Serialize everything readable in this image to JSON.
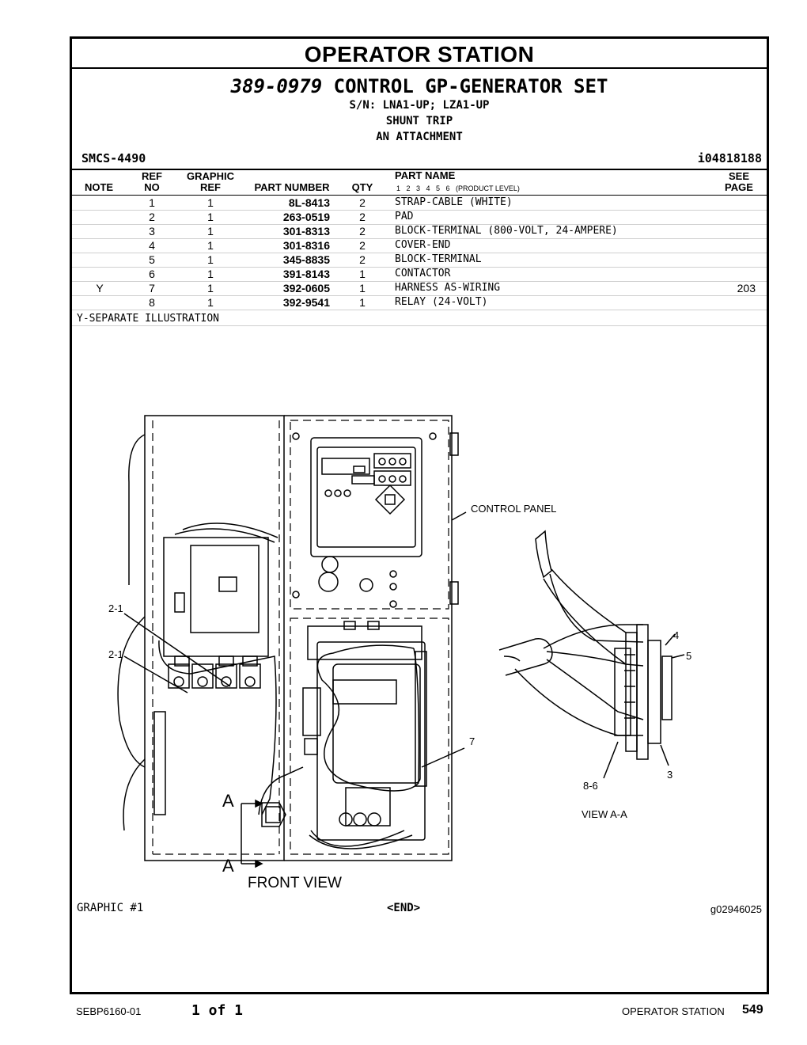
{
  "section_title": "OPERATOR STATION",
  "group": {
    "part_number": "389-0979",
    "name": "CONTROL GP-GENERATOR SET",
    "sn": "S/N: LNA1-UP; LZA1-UP",
    "line2": "SHUNT TRIP",
    "line3": "AN ATTACHMENT"
  },
  "smcs": "SMCS-4490",
  "illustration_ref": "i04818188",
  "table": {
    "headers": {
      "note": "NOTE",
      "ref_top": "REF",
      "ref_bottom": "NO",
      "graphic_top": "GRAPHIC",
      "graphic_bottom": "REF",
      "part_number": "PART NUMBER",
      "qty": "QTY",
      "part_name": "PART NAME",
      "product_levels": "1   2   3   4   5   6   (PRODUCT LEVEL)",
      "see_top": "SEE",
      "see_bottom": "PAGE"
    },
    "rows": [
      {
        "note": "",
        "ref": "1",
        "graphic": "1",
        "part_number": "8L-8413",
        "qty": "2",
        "name": "STRAP-CABLE (WHITE)",
        "see": ""
      },
      {
        "note": "",
        "ref": "2",
        "graphic": "1",
        "part_number": "263-0519",
        "qty": "2",
        "name": "PAD",
        "see": ""
      },
      {
        "note": "",
        "ref": "3",
        "graphic": "1",
        "part_number": "301-8313",
        "qty": "2",
        "name": "BLOCK-TERMINAL (800-VOLT, 24-AMPERE)",
        "see": ""
      },
      {
        "note": "",
        "ref": "4",
        "graphic": "1",
        "part_number": "301-8316",
        "qty": "2",
        "name": "COVER-END",
        "see": ""
      },
      {
        "note": "",
        "ref": "5",
        "graphic": "1",
        "part_number": "345-8835",
        "qty": "2",
        "name": "BLOCK-TERMINAL",
        "see": ""
      },
      {
        "note": "",
        "ref": "6",
        "graphic": "1",
        "part_number": "391-8143",
        "qty": "1",
        "name": "CONTACTOR",
        "see": ""
      },
      {
        "note": "Y",
        "ref": "7",
        "graphic": "1",
        "part_number": "392-0605",
        "qty": "1",
        "name": "HARNESS AS-WIRING",
        "see": "203"
      },
      {
        "note": "",
        "ref": "8",
        "graphic": "1",
        "part_number": "392-9541",
        "qty": "1",
        "name": "RELAY (24-VOLT)",
        "see": ""
      }
    ],
    "note_legend": "Y-SEPARATE ILLUSTRATION"
  },
  "illustration": {
    "control_panel_label": "CONTROL PANEL",
    "front_view_label": "FRONT VIEW",
    "view_aa_label": "VIEW A-A",
    "callouts": {
      "c21a": "2-1",
      "c21b": "2-1",
      "c4": "4",
      "c5": "5",
      "c3": "3",
      "c7": "7",
      "c86": "8-6",
      "a_top": "A",
      "a_bottom": "A"
    }
  },
  "graphic_no": "GRAPHIC #1",
  "end_mark": "<END>",
  "graphic_ref": "g02946025",
  "footer": {
    "doc_number": "SEBP6160-01",
    "page_of": "1 of 1",
    "section": "OPERATOR STATION",
    "page_number": "549"
  }
}
